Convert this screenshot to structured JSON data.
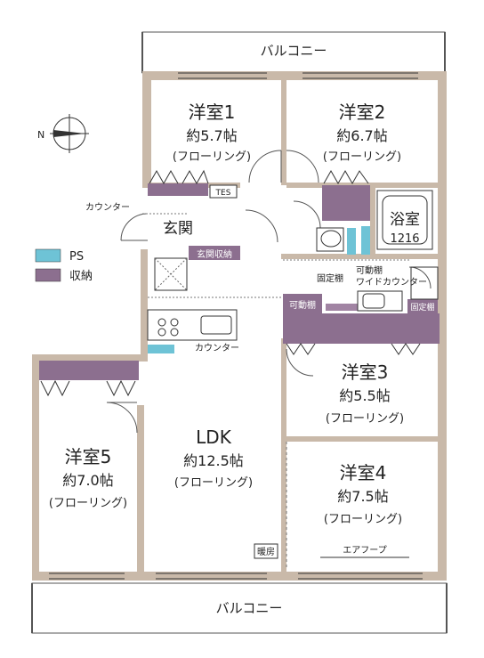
{
  "balcony_top": "バルコニー",
  "balcony_bottom": "バルコニー",
  "compass": {
    "north_label": "N"
  },
  "rooms": {
    "yo1": {
      "name": "洋室1",
      "size": "約5.7帖",
      "floor": "(フローリング)"
    },
    "yo2": {
      "name": "洋室2",
      "size": "約6.7帖",
      "floor": "(フローリング)"
    },
    "yo3": {
      "name": "洋室3",
      "size": "約5.5帖",
      "floor": "(フローリング)"
    },
    "yo4": {
      "name": "洋室4",
      "size": "約7.5帖",
      "floor": "(フローリング)"
    },
    "yo5": {
      "name": "洋室5",
      "size": "約7.0帖",
      "floor": "(フローリング)"
    },
    "ldk": {
      "name": "LDK",
      "size": "約12.5帖",
      "floor": "(フローリング)"
    },
    "bath": {
      "name": "浴室",
      "code": "1216"
    },
    "entrance": {
      "name": "玄関"
    }
  },
  "labels": {
    "tes": "TES",
    "counter_entrance": "カウンター",
    "entrance_storage": "玄関収納",
    "fixed_shelf": "固定棚",
    "movable_shelf_wide": "可動棚",
    "wide_counter": "ワイドカウンター",
    "movable_shelf": "可動棚",
    "fixed_shelf_right": "固定棚",
    "kitchen_counter": "カウンター",
    "heater": "暖房",
    "air_hood": "エアフープ"
  },
  "legend": {
    "ps": {
      "label": "PS",
      "color": "#6ec3d6"
    },
    "storage": {
      "label": "収納",
      "color": "#8c6f8f"
    }
  }
}
